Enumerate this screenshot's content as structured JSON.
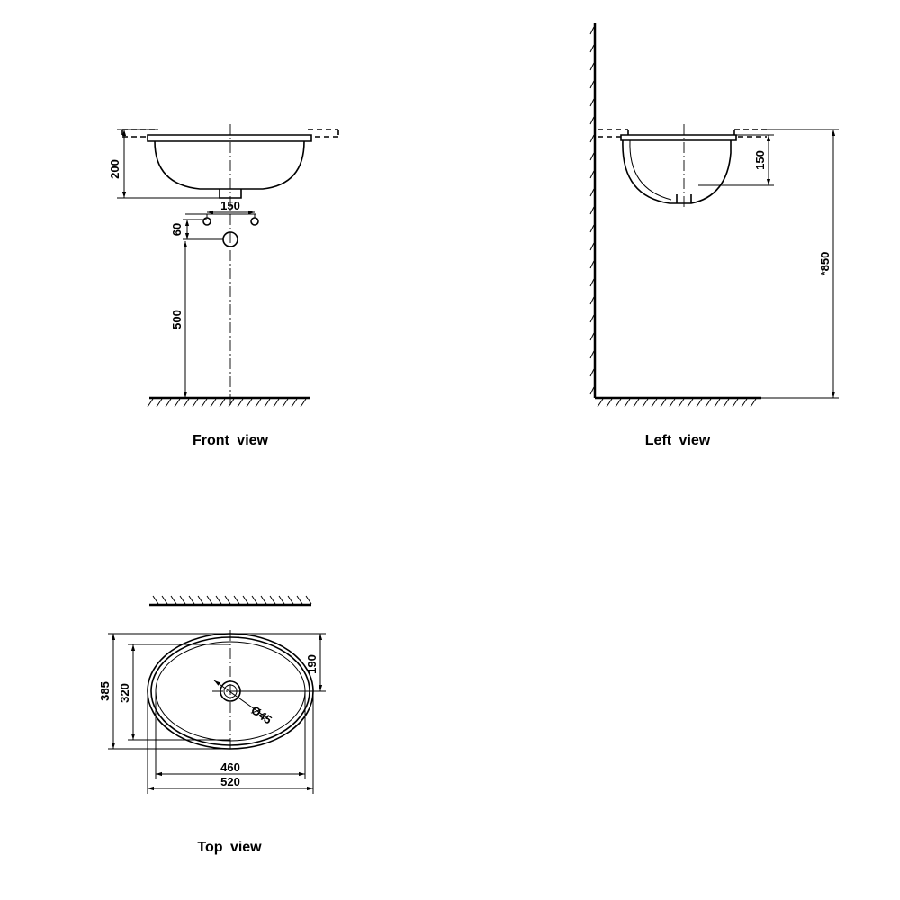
{
  "front_view": {
    "label": "Front view",
    "dims": {
      "basin_depth": "200",
      "drain_offset": "150",
      "waste_height": "60",
      "floor_to_waste": "500"
    }
  },
  "left_view": {
    "label": "Left view",
    "dims": {
      "bowl_depth": "150",
      "rim_height": "*850"
    }
  },
  "top_view": {
    "label": "Top view",
    "dims": {
      "outer_depth": "385",
      "inner_depth": "320",
      "rear_to_drain": "190",
      "drain_diameter": "Ø45",
      "inner_width": "460",
      "outer_width": "520"
    }
  }
}
